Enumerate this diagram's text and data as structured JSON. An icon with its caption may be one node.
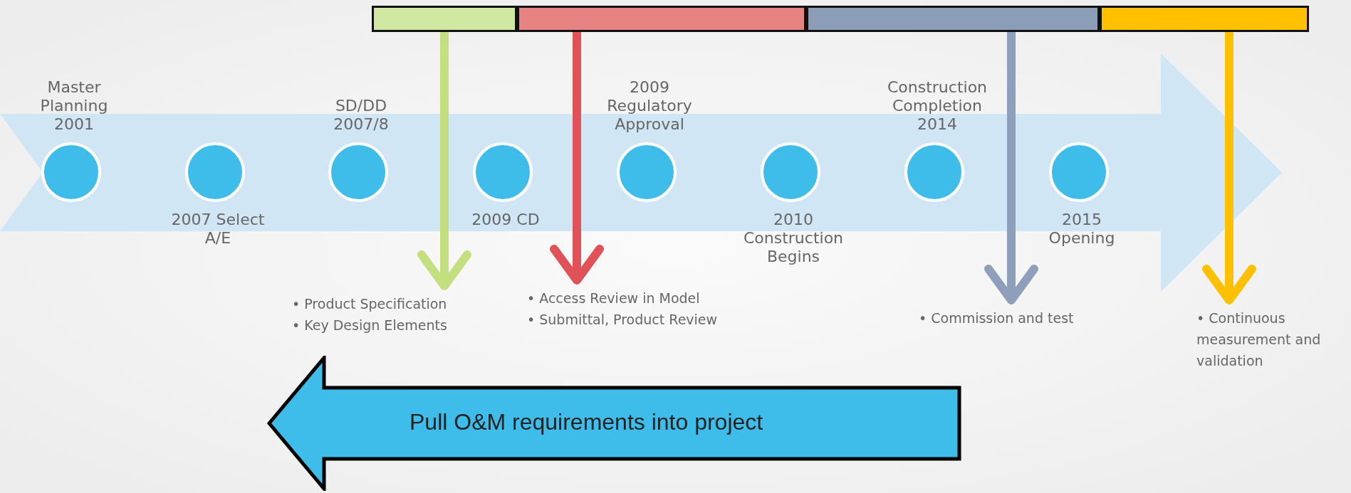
{
  "diagram": {
    "nodes": [
      {
        "text": [],
        "shape": "arrow"
      },
      {
        "text": [],
        "shape": "circle",
        "in": 0,
        "beside": [
          "Master Planning 2001"
        ]
      },
      {
        "text": [],
        "shape": "circle",
        "in": 0,
        "beside": [
          "2007 Select A/E"
        ]
      },
      {
        "text": [],
        "shape": "circle",
        "in": 0,
        "beside": [
          "SD/DD 2007/8"
        ]
      },
      {
        "text": [],
        "shape": "circle",
        "in": 0,
        "beside": [
          "2009 CD"
        ]
      },
      {
        "text": [],
        "shape": "circle",
        "in": 0,
        "beside": [
          "2009 Regulatory Approval"
        ]
      },
      {
        "text": [],
        "shape": "circle",
        "in": 0,
        "beside": [
          "2010 Construction Begins"
        ]
      },
      {
        "text": [],
        "shape": "circle",
        "in": 0,
        "beside": [
          "Construction Completion 2014"
        ]
      },
      {
        "text": [],
        "shape": "circle",
        "in": 0,
        "beside": [
          "2015 Opening"
        ]
      },
      {
        "text": [],
        "shape": "bar"
      },
      {
        "text": [],
        "shape": "bar"
      },
      {
        "text": [],
        "shape": "bar"
      },
      {
        "text": [],
        "shape": "bar"
      },
      {
        "text": [
          "• Product Specification",
          "• Key Design Elements"
        ]
      },
      {
        "text": [
          "• Access Review in Model",
          "• Submittal, Product Review"
        ]
      },
      {
        "text": [
          "• Commission and test"
        ]
      },
      {
        "text": [
          "• Continuous measurement and validation"
        ]
      },
      {
        "text": [
          "Pull O&M requirements into project"
        ]
      }
    ],
    "edges": [
      {
        "from": 9,
        "to": 13,
        "arrow": "to",
        "color": "#c3df7f"
      },
      {
        "from": 10,
        "to": 14,
        "arrow": "to",
        "color": "#e05257"
      },
      {
        "from": 11,
        "to": 15,
        "arrow": "to",
        "color": "#8d9fba"
      },
      {
        "from": 12,
        "to": 16,
        "arrow": "to",
        "color": "#ffc000"
      }
    ]
  }
}
